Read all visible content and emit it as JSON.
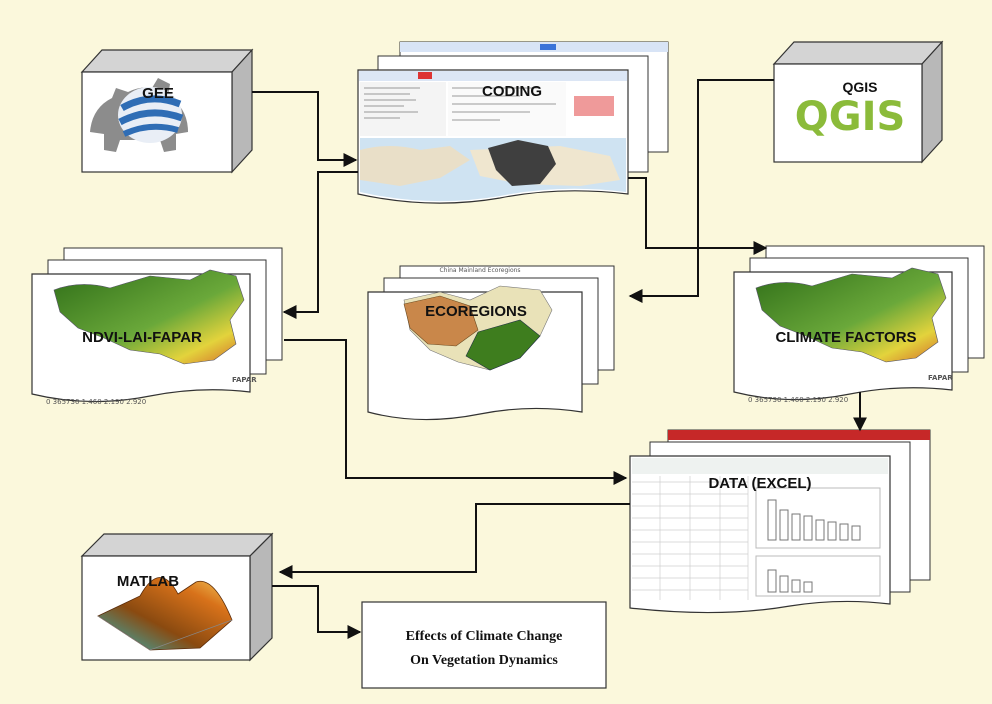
{
  "nodes": {
    "gee": {
      "label": "GEE"
    },
    "coding": {
      "label": "CODING"
    },
    "qgis": {
      "label": "QGIS",
      "logo_text": "QGIS"
    },
    "ndvi": {
      "label": "NDVI-LAI-FAPAR",
      "legend_values": "0   365730    1.460   2.190   2.920",
      "legend_name": "FAPAR"
    },
    "ecoregions": {
      "label": "ECOREGIONS",
      "map_title": "China Mainland Ecoregions"
    },
    "climate": {
      "label": "CLIMATE FACTORS",
      "legend_values": "0   365730    1.460   2.190   2.920",
      "legend_name": "FAPAR"
    },
    "excel": {
      "label": "DATA (EXCEL)"
    },
    "matlab": {
      "label": "MATLAB"
    },
    "result": {
      "line1": "Effects of Climate Change",
      "line2": "On Vegetation Dynamics"
    }
  },
  "colors": {
    "background": "#fbf8dc",
    "arrow": "#111111",
    "box_front": "#ffffff",
    "box_side": "#b8b8b8",
    "box_top": "#d4d4d4",
    "qgis_green": "#8bbb3a",
    "gee_blue": "#2f6db5",
    "map_green": "#3e7d1e",
    "map_yellow": "#e6d43a",
    "map_red": "#c9542a"
  },
  "edges": [
    {
      "from": "gee",
      "to": "coding"
    },
    {
      "from": "coding",
      "to": "ndvi"
    },
    {
      "from": "coding",
      "to": "climate"
    },
    {
      "from": "qgis",
      "to": "ecoregions"
    },
    {
      "from": "ndvi",
      "to": "excel"
    },
    {
      "from": "climate",
      "to": "excel"
    },
    {
      "from": "excel",
      "to": "matlab"
    },
    {
      "from": "matlab",
      "to": "result"
    }
  ]
}
